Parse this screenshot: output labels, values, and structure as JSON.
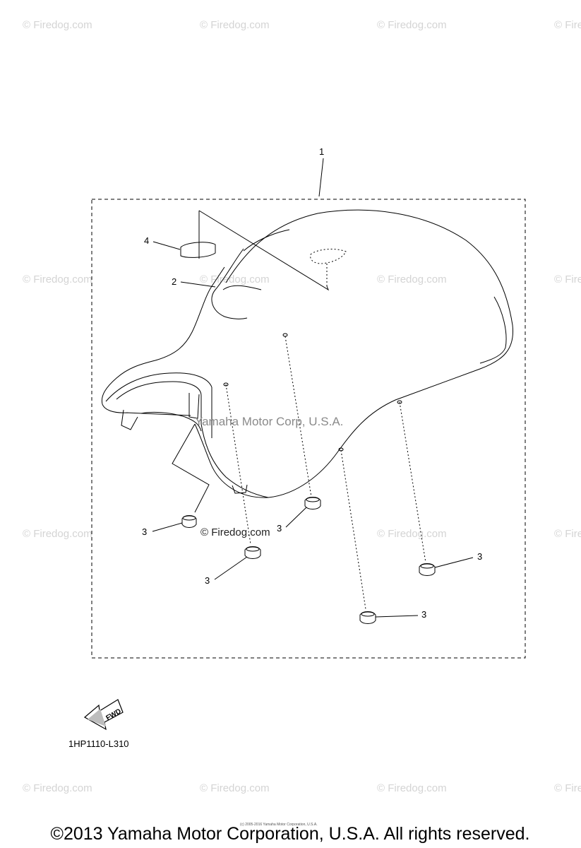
{
  "watermark": "© Firedog.com",
  "callouts": {
    "seat": "1",
    "seat_cover": "2",
    "damper": "3",
    "badge": "4"
  },
  "center_watermark": "Yamaha Motor Corp, U.S.A.",
  "inline_watermark": "© Firedog.com",
  "fwd_label": "FWD",
  "diagram_code": "1HP1110-L310",
  "small_copyright": "(c) 2005-2016 Yamaha Motor Corporation, U.S.A.",
  "footer_copyright": "©2013 Yamaha Motor Corporation, U.S.A. All rights reserved."
}
